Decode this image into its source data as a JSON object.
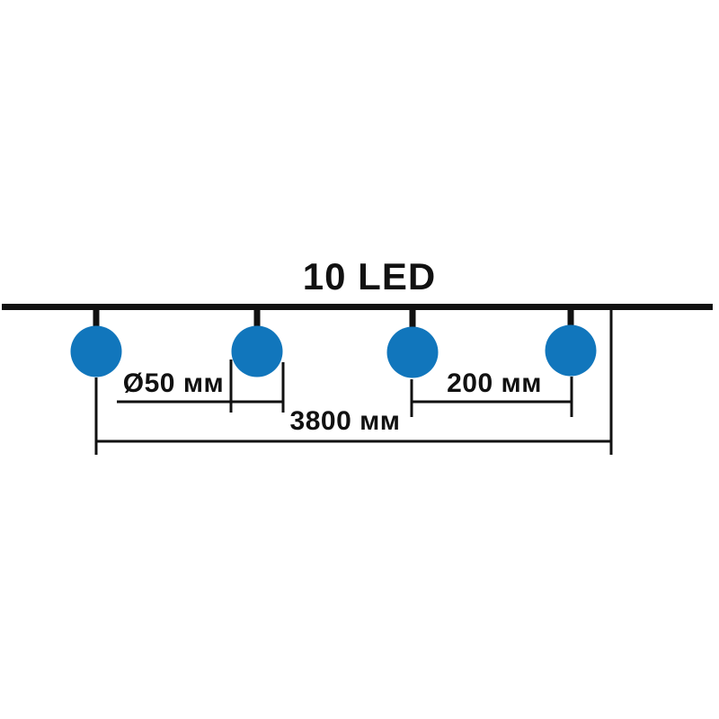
{
  "diagram": {
    "title": "10 LED",
    "product": "LED string light with ball bulbs",
    "bulbs_shown": 4,
    "labels": {
      "bulb_diameter": "Ø50 мм",
      "bulb_spacing": "200 мм",
      "total_length": "3800 мм"
    },
    "colors": {
      "bulb": "#1176bc",
      "line": "#111111",
      "background": "#ffffff"
    }
  }
}
